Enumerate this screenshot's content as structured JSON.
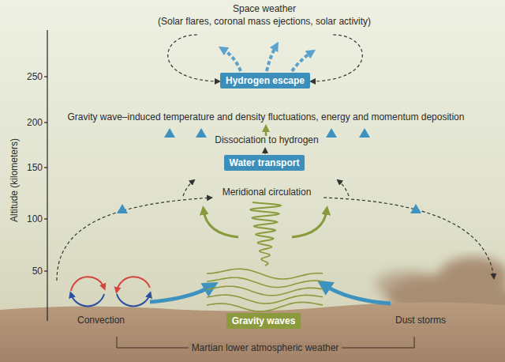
{
  "diagram": {
    "nodes": [
      {
        "text": [
          "Hydrogen escape"
        ]
      },
      {
        "text": [
          "Water transport"
        ]
      },
      {
        "text": [
          "Gravity waves"
        ]
      }
    ],
    "labels": [
      "Space weather",
      "(Solar flares, coronal mass ejections, solar activity)",
      "Gravity wave–induced temperature and density fluctuations, energy and momentum deposition",
      "Dissociation to hydrogen",
      "Meridional circulation",
      "Convection",
      "Dust storms",
      "Martian lower atmospheric weather",
      "Altitude (kilometers)",
      "250",
      "200",
      "150",
      "100",
      "50"
    ]
  }
}
